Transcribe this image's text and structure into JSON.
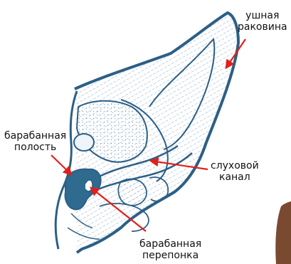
{
  "labels": {
    "auricle": {
      "line1": "ушная",
      "line2": "раковина"
    },
    "tympanic_cavity": {
      "line1": "барабанная",
      "line2": "полость"
    },
    "ear_canal": {
      "line1": "слуховой",
      "line2": "канал"
    },
    "eardrum": {
      "line1": "барабанная",
      "line2": "перепонка"
    }
  },
  "colors": {
    "outline": "#2c5f86",
    "fill_light": "#eef4f8",
    "fill_dark": "#2f6a8f",
    "arrow": "#e0201b",
    "skin": "#7a4a30"
  }
}
